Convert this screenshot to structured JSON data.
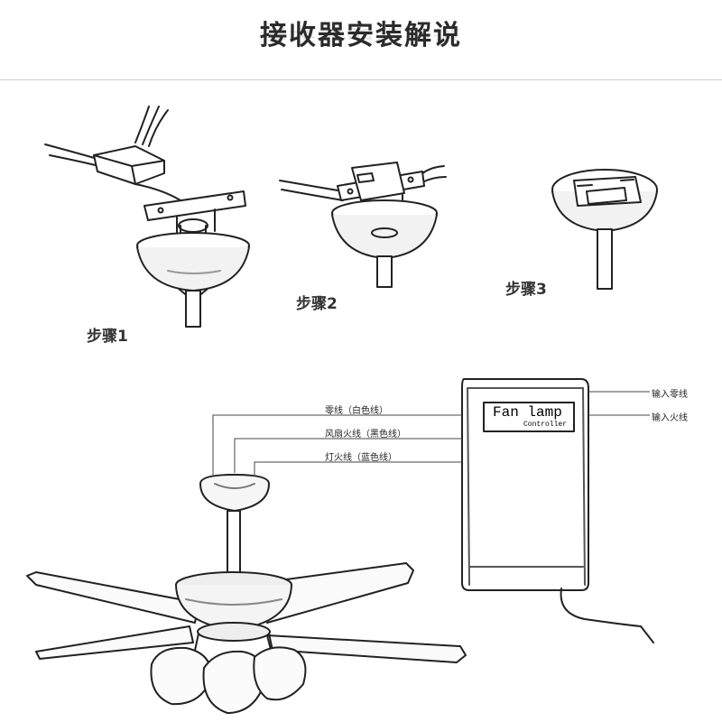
{
  "header": {
    "title": "接收器安装解说"
  },
  "steps": [
    {
      "label": "步骤1"
    },
    {
      "label": "步骤2"
    },
    {
      "label": "步骤3"
    }
  ],
  "wiring": {
    "fan_side": [
      {
        "label": "零线（白色线）"
      },
      {
        "label": "风扇火线（黑色线）"
      },
      {
        "label": "灯火线（蓝色线）"
      }
    ],
    "input_side": [
      {
        "label": "输入零线"
      },
      {
        "label": "输入火线"
      }
    ]
  },
  "controller": {
    "name": "Fan lamp",
    "subtitle": "Controller"
  }
}
